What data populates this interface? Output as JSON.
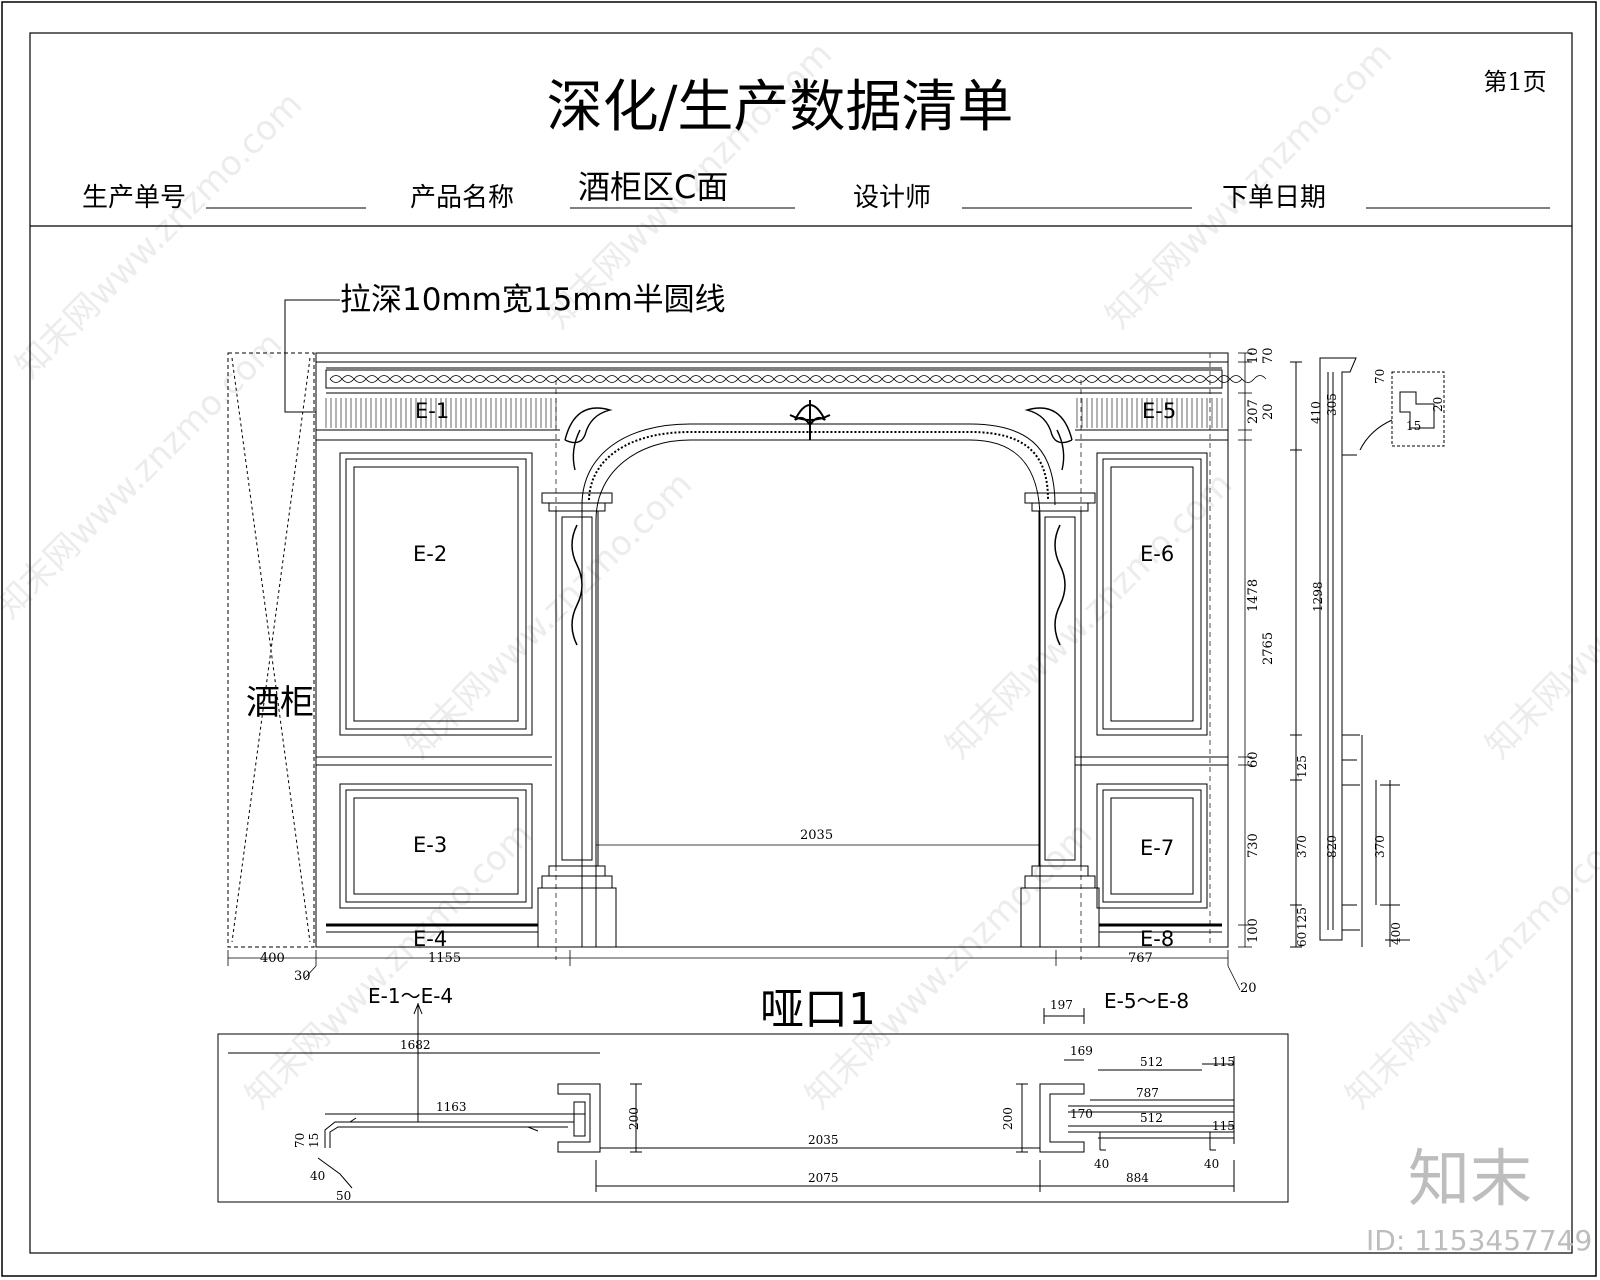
{
  "header": {
    "title": "深化/生产数据清单",
    "page": "第1页",
    "fields": {
      "order_no_label": "生产单号",
      "product_name_label": "产品名称",
      "product_name_value": "酒柜区C面",
      "designer_label": "设计师",
      "order_date_label": "下单日期"
    }
  },
  "notes": {
    "half_round": "拉深10mm宽15mm半圆线",
    "wine_cabinet": "酒柜",
    "section_title": "哑口1",
    "left_group": "E-1～E-4",
    "right_group": "E-5～E-8"
  },
  "panels": {
    "e1": "E-1",
    "e2": "E-2",
    "e3": "E-3",
    "e4": "E-4",
    "e5": "E-5",
    "e6": "E-6",
    "e7": "E-7",
    "e8": "E-8"
  },
  "dims": {
    "d400": "400",
    "d30": "30",
    "d1155": "1155",
    "d767": "767",
    "d20": "20",
    "d2035": "2035",
    "d10": "10",
    "d70": "70",
    "d207": "207",
    "d20b": "20",
    "d1478": "1478",
    "d2765": "2765",
    "d60": "60",
    "d730": "730",
    "d100": "100",
    "s305": "305",
    "s410": "410",
    "s1298": "1298",
    "s125": "125",
    "s370": "370",
    "s820": "820",
    "s370b": "370",
    "s125b": "125",
    "s60": "60",
    "s400": "400",
    "p70": "70",
    "p20": "20",
    "p15": "15",
    "b197": "197",
    "b1682": "1682",
    "b1163": "1163",
    "b200": "200",
    "b200b": "200",
    "b2035": "2035",
    "b2075": "2075",
    "b169": "169",
    "b512": "512",
    "b115": "115",
    "b787": "787",
    "b170": "170",
    "b512b": "512",
    "b115b": "115",
    "b884": "884",
    "b40": "40",
    "b40b": "40",
    "b40c": "40",
    "b50": "50",
    "b70": "70",
    "b15": "15"
  },
  "watermark": {
    "logo_text": "知末",
    "id_text": "ID: 1153457749",
    "site_text": "知末网www.znzmo.com"
  }
}
